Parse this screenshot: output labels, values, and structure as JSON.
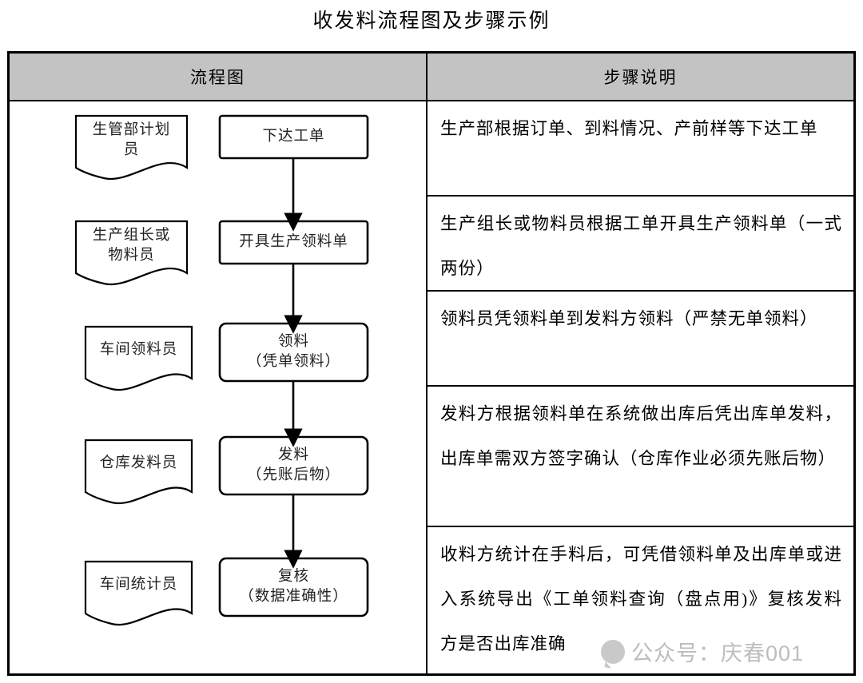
{
  "title": "收发料流程图及步骤示例",
  "table": {
    "headers": {
      "flow": "流程图",
      "steps": "步骤说明"
    },
    "rows": [
      {
        "role": {
          "line1": "生管部计划",
          "line2": "员"
        },
        "process": {
          "line1": "下达工单",
          "line2": ""
        },
        "step": "生产部根据订单、到料情况、产前样等下达工单"
      },
      {
        "role": {
          "line1": "生产组长或",
          "line2": "物料员"
        },
        "process": {
          "line1": "开具生产领料单",
          "line2": ""
        },
        "step": "生产组长或物料员根据工单开具生产领料单（一式两份）"
      },
      {
        "role": {
          "line1": "车间领料员",
          "line2": ""
        },
        "process": {
          "line1": "领料",
          "line2": "（凭单领料）"
        },
        "step": "领料员凭领料单到发料方领料（严禁无单领料）"
      },
      {
        "role": {
          "line1": "仓库发料员",
          "line2": ""
        },
        "process": {
          "line1": "发料",
          "line2": "（先账后物）"
        },
        "step": "发料方根据领料单在系统做出库后凭出库单发料，出库单需双方签字确认（仓库作业必须先账后物）"
      },
      {
        "role": {
          "line1": "车间统计员",
          "line2": ""
        },
        "process": {
          "line1": "复核",
          "line2": "（数据准确性）"
        },
        "step": "收料方统计在手料后，可凭借领料单及出库单或进入系统导出《工单领料查询（盘点用)》复核发料方是否出库准确"
      }
    ]
  },
  "watermark": {
    "text": "公众号：庆春001",
    "icon": "chat-bubble-icon"
  },
  "colors": {
    "header_fill": "#c3c3c3",
    "border": "#000000",
    "text": "#000000",
    "watermark": "#bdbdbd"
  }
}
